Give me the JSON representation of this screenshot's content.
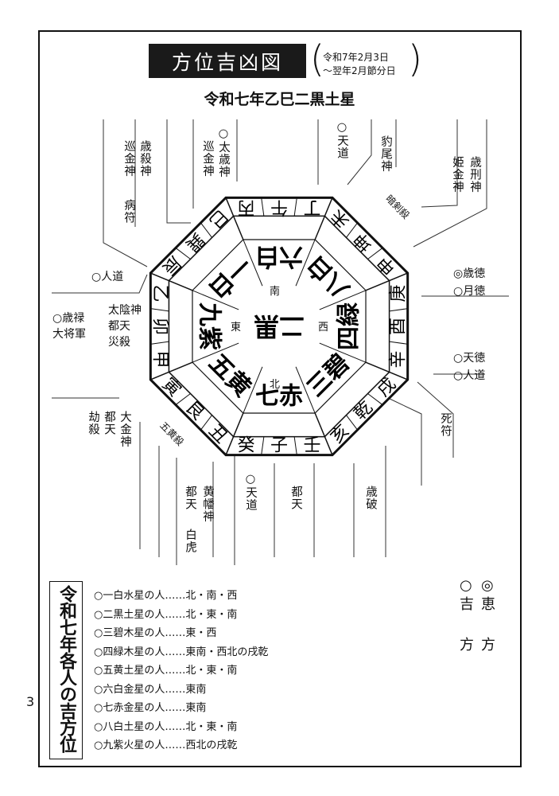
{
  "page": {
    "number": "3"
  },
  "title": "方位吉凶図",
  "date_range": {
    "open": "(",
    "line1": "令和7年2月3日",
    "line2": "～翌年2月節分日",
    "close": ")"
  },
  "subtitle": "令和七年乙巳二黒土星",
  "ring": [
    "丙",
    "午",
    "丁",
    "未",
    "坤",
    "申",
    "庚",
    "酉",
    "辛",
    "戌",
    "乾",
    "亥",
    "壬",
    "子",
    "癸",
    "丑",
    "艮",
    "寅",
    "甲",
    "卯",
    "乙",
    "辰",
    "巽",
    "巳"
  ],
  "inner_stars": {
    "south": "六白",
    "southwest": "八白",
    "west": "四緑",
    "northwest": "三碧",
    "north": "七赤",
    "northeast": "五黄",
    "east": "九紫",
    "southeast": "一白",
    "center": "二黒"
  },
  "compass_labels": {
    "south": "南",
    "north": "北",
    "east": "東",
    "west": "西"
  },
  "ring_kill_labels": {
    "northeast": "五黄殺",
    "southwest": "暗剣殺"
  },
  "top_labels": [
    {
      "text": "歳殺神",
      "lines": 2,
      "extra": "巡金神"
    },
    {
      "text": "病符"
    },
    {
      "text": "○太歳神"
    },
    {
      "text": "巡金神"
    },
    {
      "text": "○天道"
    },
    {
      "text": "豹尾神"
    },
    {
      "text": "歳刑神"
    },
    {
      "text": "姫金神"
    }
  ],
  "left_labels": {
    "jindo": "○人道",
    "sairoku": "○歳禄",
    "taishogun": "大将軍",
    "taiin": "太陰神",
    "toten": "都天",
    "saisatsu": "災殺"
  },
  "right_labels": {
    "saitoku": "◎歳徳",
    "gettoku": "○月徳",
    "tentoku": "○天徳",
    "jindo": "○人道",
    "shifu": "死符"
  },
  "bottom_labels": {
    "daikin": "大金神",
    "toten1": "都天",
    "kosatsu": "劫殺",
    "oban": "黄幡神",
    "toten2": "都天",
    "byakko": "白虎",
    "tendo": "○天道",
    "toten3": "都天",
    "saiha": "歳破"
  },
  "legend": {
    "title": "令和七年各人の吉方位",
    "rows": [
      "○一白水星の人……北・南・西",
      "○二黒土星の人……北・東・南",
      "○三碧木星の人……東・西",
      "○四緑木星の人……東南・西北の戌乾",
      "○五黄土星の人……北・東・南",
      "○六白金星の人……東南",
      "○七赤金星の人……東南",
      "○八白土星の人……北・東・南",
      "○九紫火星の人……西北の戌乾"
    ]
  },
  "key": {
    "kichi_mark": "○",
    "kichi": "吉",
    "ke_mark": "◎",
    "ke": "恵",
    "hou1": "方",
    "hou2": "方"
  }
}
